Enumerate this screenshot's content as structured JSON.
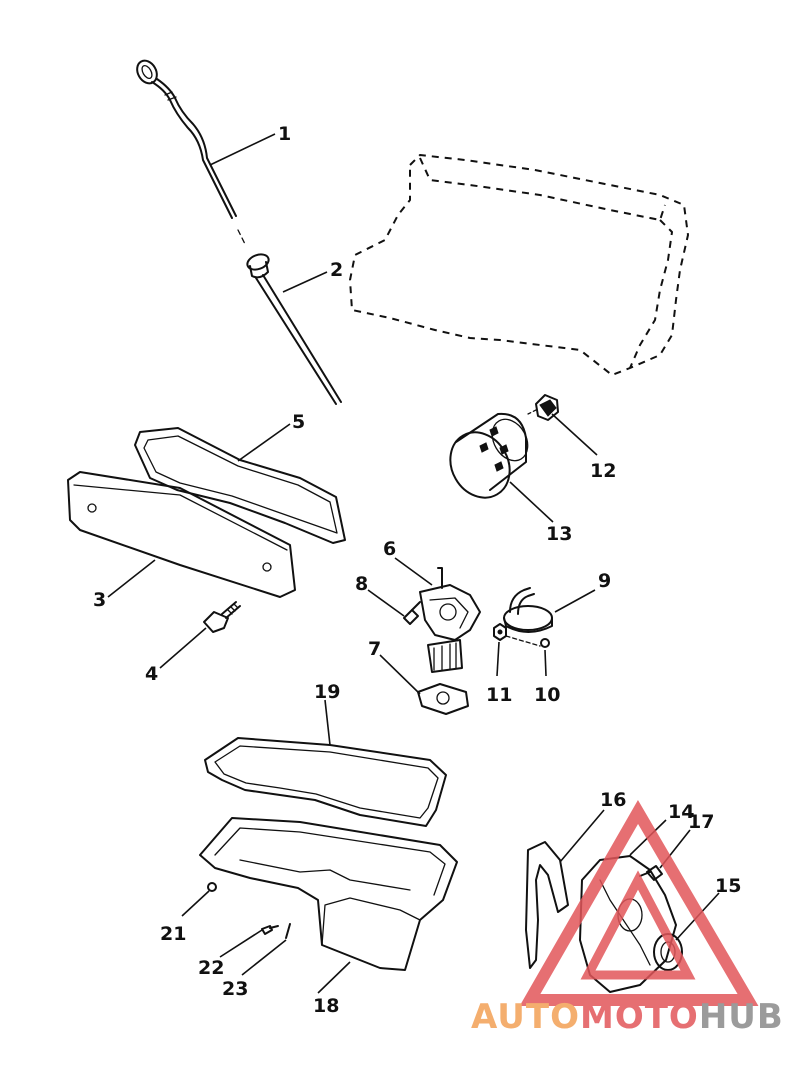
{
  "callouts": [
    "1",
    "2",
    "3",
    "4",
    "5",
    "6",
    "7",
    "8",
    "9",
    "10",
    "11",
    "12",
    "13",
    "14",
    "15",
    "16",
    "17",
    "18",
    "19",
    "21",
    "22",
    "23"
  ],
  "watermark": {
    "part1": "AUTO",
    "part2": "MOTO",
    "part3": "HUB"
  },
  "colors": {
    "line": "#111111",
    "watermark_orange": "#f3a055",
    "watermark_red": "#e2565a",
    "watermark_gray": "#8a8a8a"
  }
}
